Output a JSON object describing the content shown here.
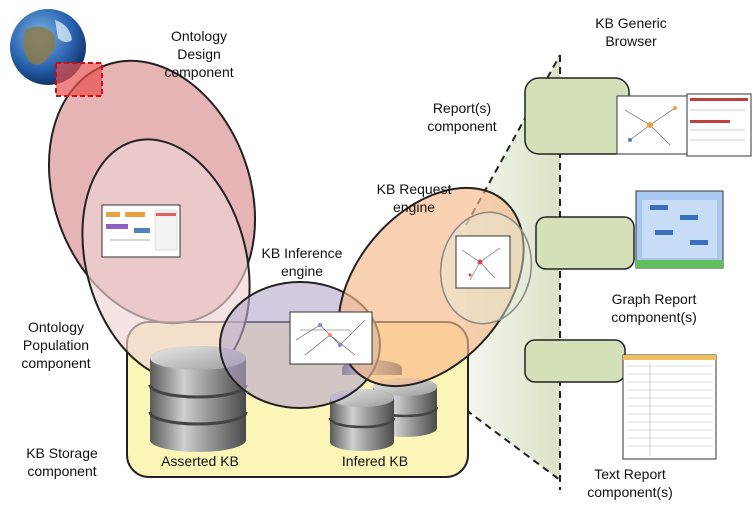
{
  "labels": {
    "ontology_design": [
      "Ontology",
      "Design",
      "component"
    ],
    "ontology_population": [
      "Ontology",
      "Population",
      "component"
    ],
    "kb_storage": [
      "KB Storage",
      "component"
    ],
    "kb_inference": [
      "KB Inference",
      "engine"
    ],
    "kb_request": [
      "KB Request",
      "engine"
    ],
    "reports": [
      "Report(s)",
      "component"
    ],
    "generic_browser": [
      "KB Generic",
      "Browser"
    ],
    "graph_report": [
      "Graph Report",
      "component(s)"
    ],
    "text_report": [
      "Text Report",
      "component(s)"
    ],
    "asserted_kb": "Asserted KB",
    "infered_kb": "Infered KB"
  },
  "colors": {
    "design": "#d98c8c",
    "population": "#f0d4d4",
    "storage": "#fbf6b8",
    "inference": "#b6a6cc",
    "request": "#f7b98a",
    "report_panel": "#e4ebd7",
    "report_box": "#d4e0b8"
  },
  "icons": [
    "globe-icon",
    "database-icon"
  ]
}
